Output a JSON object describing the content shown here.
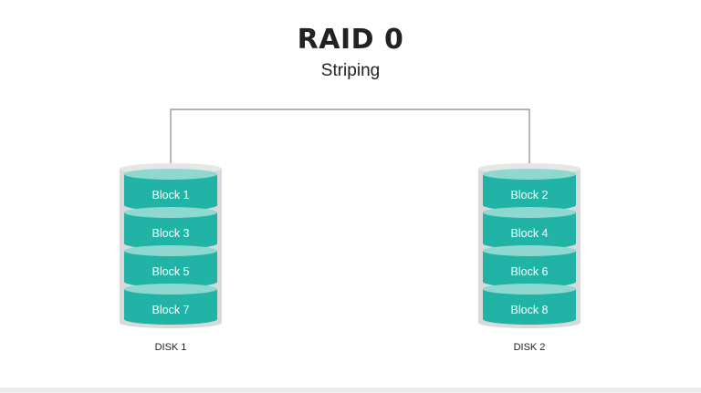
{
  "title": "RAID 0",
  "subtitle": "Striping",
  "colors": {
    "block": "#21b3a5",
    "block_top": "#8fd8cf",
    "container": "#d9d9d9",
    "line": "#888888"
  },
  "disks": [
    {
      "label": "DISK 1",
      "blocks": [
        "Block 1",
        "Block 3",
        "Block 5",
        "Block 7"
      ]
    },
    {
      "label": "DISK 2",
      "blocks": [
        "Block 2",
        "Block 4",
        "Block 6",
        "Block 8"
      ]
    }
  ]
}
